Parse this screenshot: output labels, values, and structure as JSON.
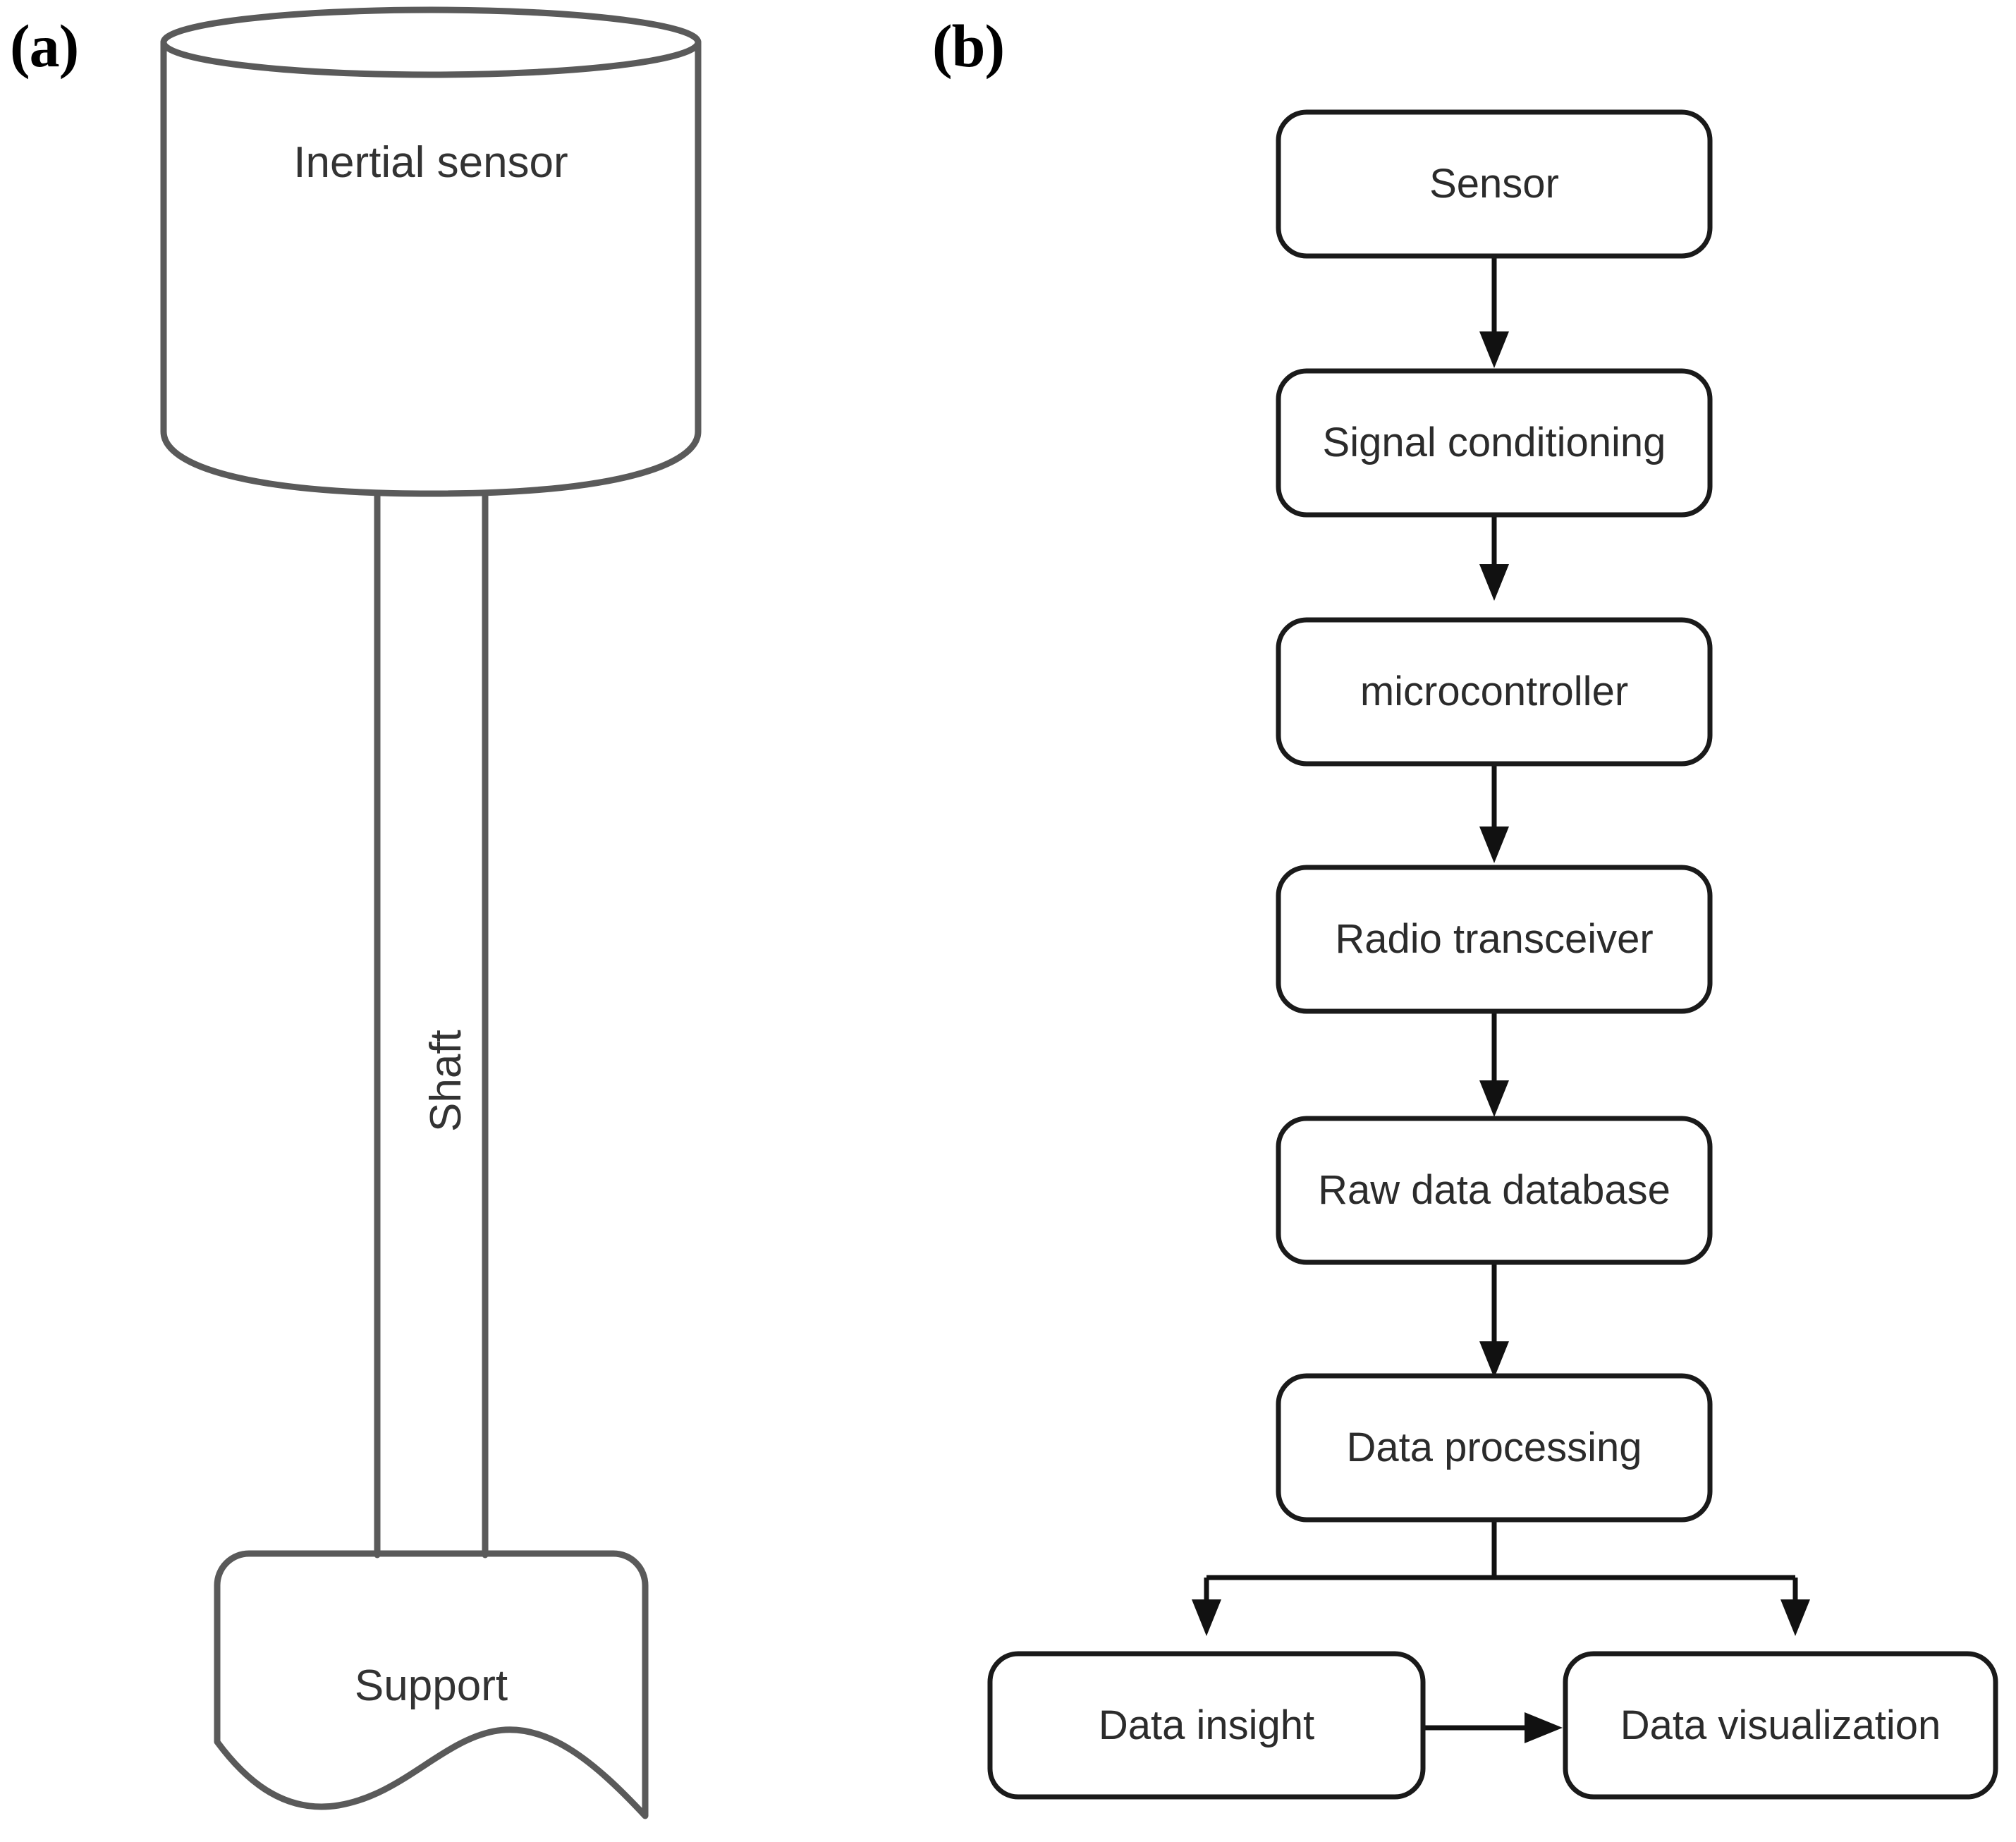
{
  "figure": {
    "panels": [
      {
        "tag": "(a)",
        "name": "sensor-assembly-schematic"
      },
      {
        "tag": "(b)",
        "name": "data-pipeline-flowchart"
      }
    ]
  },
  "panel_a": {
    "label": "(a)",
    "parts": [
      {
        "id": "inertial-sensor",
        "label": "Inertial sensor",
        "shape": "cylinder"
      },
      {
        "id": "shaft",
        "label": "Shaft",
        "shape": "double-line",
        "orientation": "vertical",
        "text_rotation": -90
      },
      {
        "id": "support",
        "label": "Support",
        "shape": "document-torn-bottom"
      }
    ]
  },
  "panel_b": {
    "label": "(b)",
    "nodes": [
      {
        "id": "sensor",
        "label": "Sensor"
      },
      {
        "id": "signal-conditioning",
        "label": "Signal conditioning"
      },
      {
        "id": "microcontroller",
        "label": "microcontroller"
      },
      {
        "id": "radio-transceiver",
        "label": "Radio transceiver"
      },
      {
        "id": "raw-data-database",
        "label": "Raw data database"
      },
      {
        "id": "data-processing",
        "label": "Data processing"
      },
      {
        "id": "data-insight",
        "label": "Data insight"
      },
      {
        "id": "data-visualization",
        "label": "Data visualization"
      }
    ],
    "edges": [
      {
        "from": "sensor",
        "to": "signal-conditioning",
        "style": "arrow-down"
      },
      {
        "from": "signal-conditioning",
        "to": "microcontroller",
        "style": "arrow-down"
      },
      {
        "from": "microcontroller",
        "to": "radio-transceiver",
        "style": "arrow-down"
      },
      {
        "from": "radio-transceiver",
        "to": "raw-data-database",
        "style": "arrow-down"
      },
      {
        "from": "raw-data-database",
        "to": "data-processing",
        "style": "arrow-down"
      },
      {
        "from": "data-processing",
        "to": "data-insight",
        "style": "split-arrow-down-left"
      },
      {
        "from": "data-processing",
        "to": "data-visualization",
        "style": "split-arrow-down-right"
      },
      {
        "from": "data-insight",
        "to": "data-visualization",
        "style": "arrow-right"
      }
    ]
  },
  "colors": {
    "background": "#ffffff",
    "device_outline": "#5a5a5a",
    "flow_outline": "#1a1a1a",
    "text": "#333333",
    "label": "#000000"
  }
}
